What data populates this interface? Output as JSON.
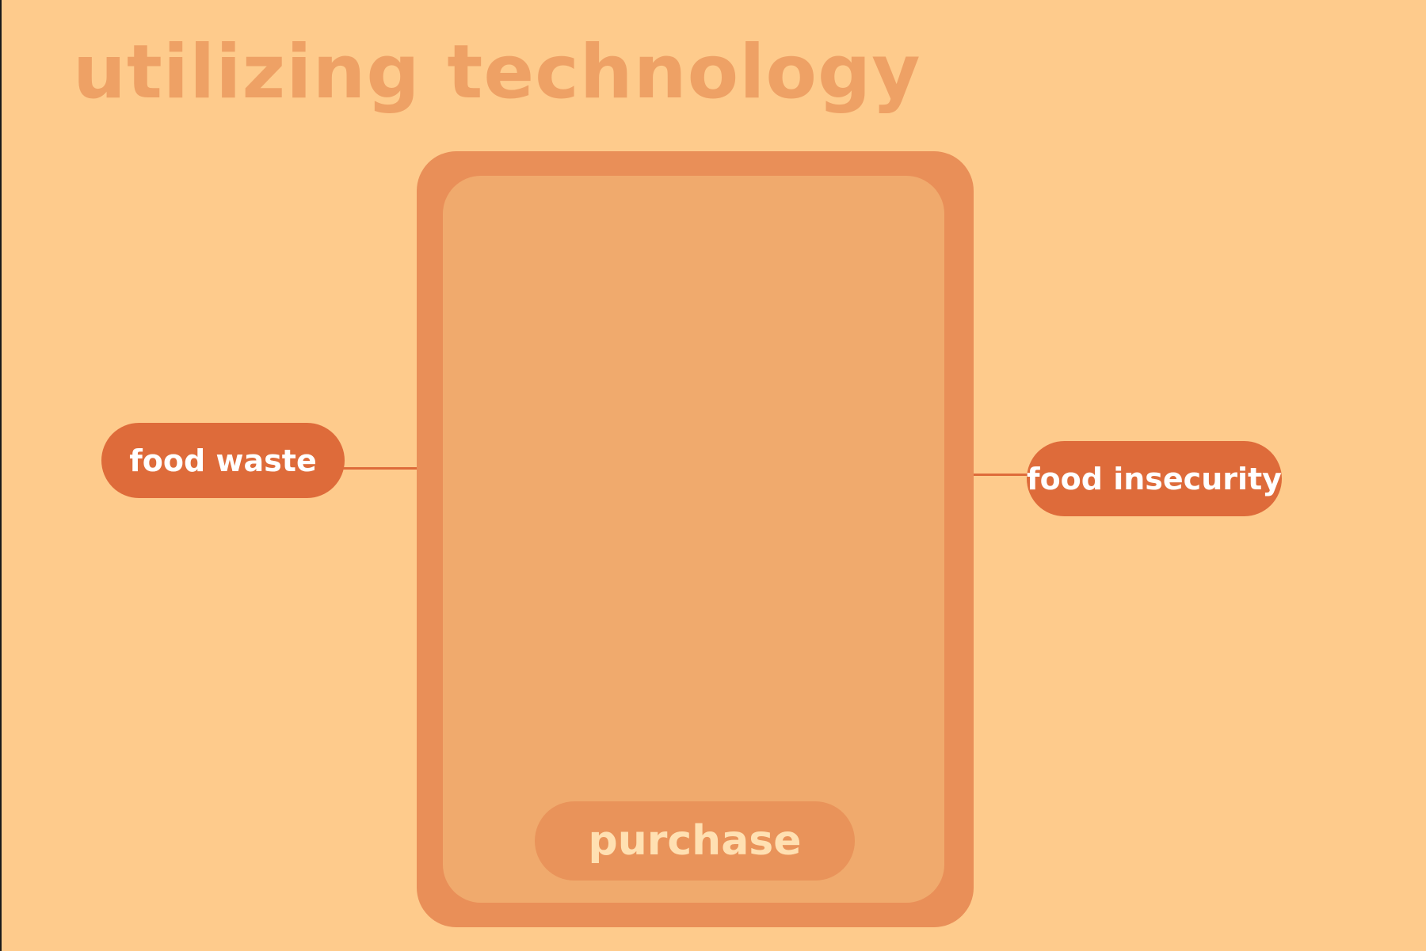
{
  "title": "utilizing technology",
  "nodes": {
    "left": "food waste",
    "right": "food insecurity"
  },
  "phone": {
    "button_label": "purchase"
  },
  "colors": {
    "background": "#FECB8C",
    "title": "#EEA165",
    "node_fill": "#DE6B3A",
    "node_text": "#FFFFFF",
    "phone_frame": "#E98F58",
    "phone_screen": "#F0AA6D",
    "button_fill": "#E9935A",
    "button_text": "#FFE0B2"
  }
}
